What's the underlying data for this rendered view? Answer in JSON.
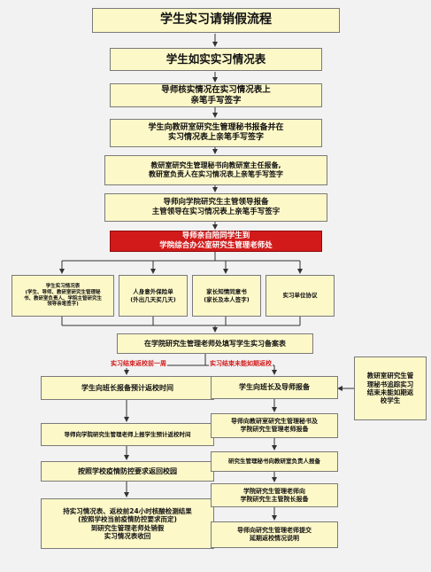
{
  "title": "学生实习请销假流程",
  "steps": {
    "s1": "学生如实实习情况表",
    "s2": "导师核实情况在实习情况表上\n亲笔手写签字",
    "s3": "学生向教研室研究生管理秘书报备并在\n实习情况表上亲笔手写签字",
    "s4": "教研室研究生管理秘书向教研室主任报备,\n教研室负责人在实习情况表上亲笔手写签字",
    "s5": "导师向学院研究生主管领导报备\n主管领导在实习情况表上亲笔手写签字",
    "s6": "导师亲自陪同学生到\n学院综合办公室研究生管理老师处"
  },
  "documents": [
    "学生实习情况表\n(学生、导师、教研室研究生管理秘\n书、教研室负责人、学院主管研究生\n领导亲笔签字)",
    "人身意外保险单\n(外出几天买几天)",
    "家长知情同意书\n(家长及本人签字)",
    "实习单位协议"
  ],
  "record_step": "在学院研究生管理老师处填写学生实习备案表",
  "branches": {
    "left_label": "实习结束返校前一周",
    "right_label": "实习结束未能如期返校"
  },
  "left_steps": [
    "学生向班长报备预计返校时间",
    "导师向学院研究生管理老师上报学生预计返校时间",
    "按照学校疫情防控要求返回校园",
    "持实习情况表、返校前24小时核酸检测结果\n(按照学校当前疫情防控要求而定)\n到研究生管理老师处销假\n实习情况表收回"
  ],
  "right_steps": [
    "学生向班长及导师报备",
    "导师向教研室研究生管理秘书及\n学院研究生管理老师报备",
    "研究生管理秘书向教研室负责人报备",
    "学院研究生管理老师向\n学院研究生主管院长报备",
    "导师向研究生管理老师提交\n延期返校情况说明"
  ],
  "side_note": "教研室研究生管\n理秘书追踪实习\n结束未能如期返\n校学生",
  "colors": {
    "box_fill": "#fdf8c8",
    "highlight": "#d21a1a",
    "branch_label": "#d21a1a"
  }
}
